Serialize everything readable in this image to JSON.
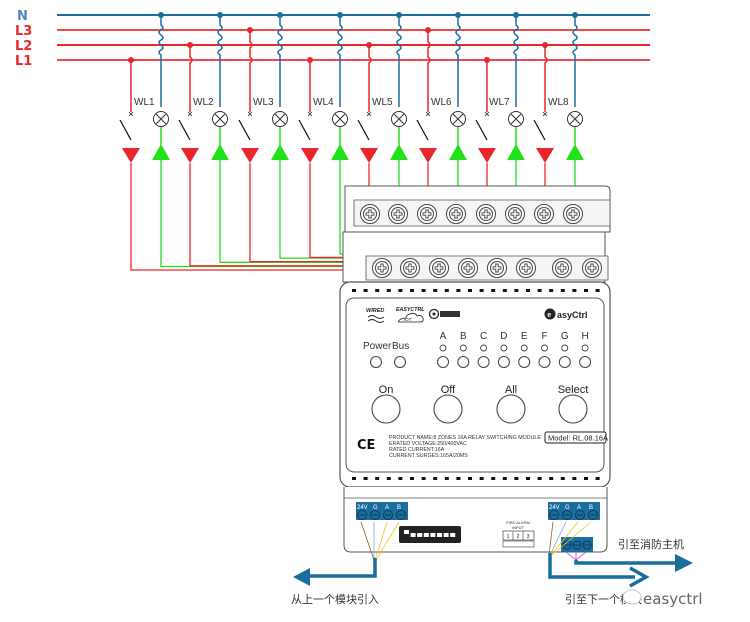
{
  "diagram": {
    "title": "8-zone relay switching module wiring",
    "buses": [
      {
        "label": "N",
        "color": "#1a6e9e"
      },
      {
        "label": "L3",
        "color": "#e8262b"
      },
      {
        "label": "L2",
        "color": "#e8262b"
      },
      {
        "label": "L1",
        "color": "#e8262b"
      }
    ],
    "channels": [
      {
        "lamp": "WL1",
        "phase": "L1"
      },
      {
        "lamp": "WL2",
        "phase": "L2"
      },
      {
        "lamp": "WL3",
        "phase": "L3"
      },
      {
        "lamp": "WL4",
        "phase": "L1"
      },
      {
        "lamp": "WL5",
        "phase": "L2"
      },
      {
        "lamp": "WL6",
        "phase": "L3"
      },
      {
        "lamp": "WL7",
        "phase": "L1"
      },
      {
        "lamp": "WL8",
        "phase": "L2"
      }
    ],
    "colors": {
      "neutral": "#1a6e9e",
      "live": "#e8262b",
      "load": "#22e01a",
      "terminal_block": "#1a6e9e",
      "outline": "#555555"
    }
  },
  "module": {
    "logos": {
      "wired": "WIRED",
      "iot": "EASYCTRL",
      "iot_sub": "IOT",
      "brand": "easyCtrl",
      "brand_initial": "e"
    },
    "status_labels": {
      "power": "Power",
      "bus": "Bus"
    },
    "channel_labels": [
      "A",
      "B",
      "C",
      "D",
      "E",
      "F",
      "G",
      "H"
    ],
    "buttons": [
      {
        "label": "On"
      },
      {
        "label": "Off"
      },
      {
        "label": "All"
      },
      {
        "label": "Select"
      }
    ],
    "ce_mark": "CE",
    "spec_lines": [
      "PRODUCT NAME:8 ZONES 16A RELAY SWITCHING MODULE",
      "ERATED VOLTAGE:250/400VAC",
      "RATED CURRENT:16A",
      "CURRENT SURGES:165A/20MS"
    ],
    "model": "Model: RL.08.16A",
    "bus_terminals": [
      "24V",
      "G",
      "A",
      "B"
    ],
    "fire_alarm": {
      "title": "FIRE ALARM",
      "subtitle": "INPUT",
      "pins": [
        "1",
        "2",
        "3"
      ]
    }
  },
  "annotations": {
    "from_previous": "从上一个模块引入",
    "to_fire_host": "引至消防主机",
    "to_next": "引至下一个模块",
    "watermark": "easyctrl"
  }
}
